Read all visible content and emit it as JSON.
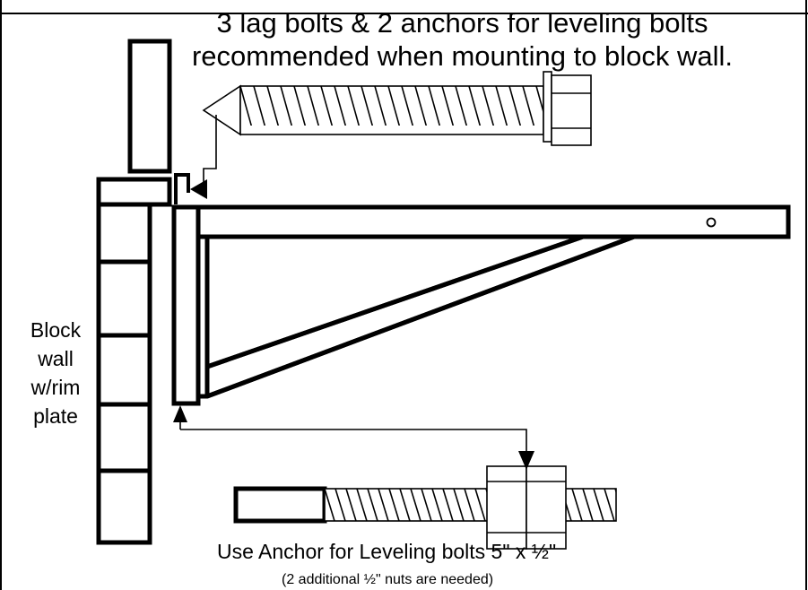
{
  "title": {
    "line1": "3 lag bolts & 2 anchors for leveling bolts",
    "line2": "recommended when mounting to block wall."
  },
  "wall_label": {
    "line1": "Block",
    "line2": "wall",
    "line3": "w/rim",
    "line4": "plate"
  },
  "anchor_note": "Use Anchor for Leveling bolts 5\" x ½\"",
  "nuts_note": "(2 additional ½\" nuts are needed)",
  "colors": {
    "stroke": "#000000",
    "background": "#ffffff"
  }
}
